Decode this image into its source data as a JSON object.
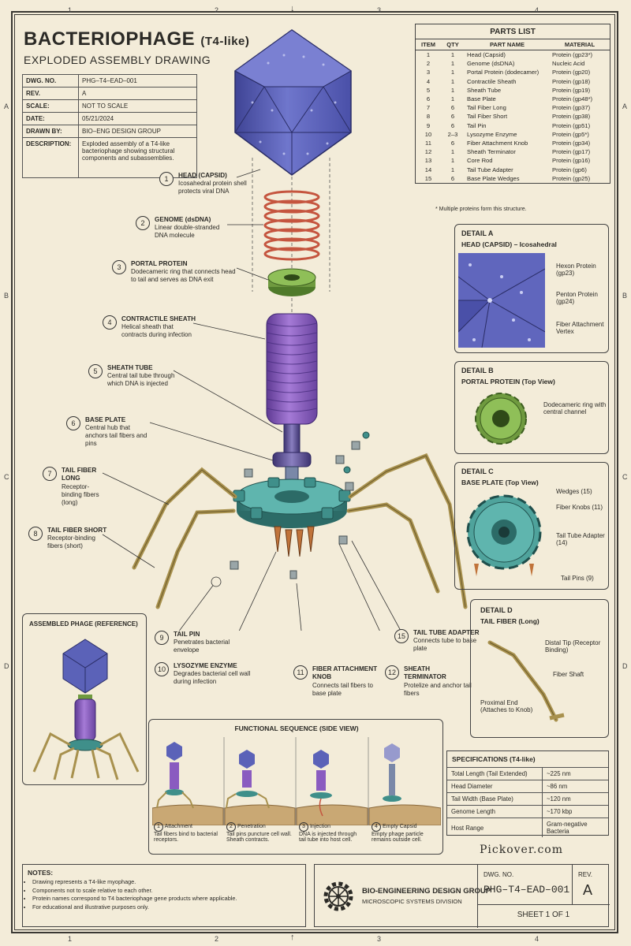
{
  "title": {
    "main": "BACTERIOPHAGE",
    "variant": "(T4-like)",
    "subtitle": "EXPLODED ASSEMBLY DRAWING"
  },
  "zones": {
    "top": [
      "1",
      "2",
      "3",
      "4"
    ],
    "side": [
      "A",
      "B",
      "C",
      "D"
    ]
  },
  "info": [
    {
      "k": "DWG. NO.",
      "v": "PHG–T4–EAD–001"
    },
    {
      "k": "REV.",
      "v": "A"
    },
    {
      "k": "SCALE:",
      "v": "NOT TO SCALE"
    },
    {
      "k": "DATE:",
      "v": "05/21/2024"
    },
    {
      "k": "DRAWN BY:",
      "v": "BIO–ENG DESIGN GROUP"
    },
    {
      "k": "DESCRIPTION:",
      "v": "Exploded assembly of a T4-like bacteriophage showing structural components and subassemblies."
    }
  ],
  "parts": {
    "title": "PARTS LIST",
    "headers": [
      "ITEM",
      "QTY",
      "PART NAME",
      "MATERIAL"
    ],
    "rows": [
      [
        "1",
        "1",
        "Head (Capsid)",
        "Protein (gp23*)"
      ],
      [
        "2",
        "1",
        "Genome (dsDNA)",
        "Nucleic Acid"
      ],
      [
        "3",
        "1",
        "Portal Protein (dodecamer)",
        "Protein (gp20)"
      ],
      [
        "4",
        "1",
        "Contractile Sheath",
        "Protein (gp18)"
      ],
      [
        "5",
        "1",
        "Sheath Tube",
        "Protein (gp19)"
      ],
      [
        "6",
        "1",
        "Base Plate",
        "Protein (gp48*)"
      ],
      [
        "7",
        "6",
        "Tail Fiber Long",
        "Protein (gp37)"
      ],
      [
        "8",
        "6",
        "Tail Fiber Short",
        "Protein (gp38)"
      ],
      [
        "9",
        "6",
        "Tail Pin",
        "Protein (gp51)"
      ],
      [
        "10",
        "2–3",
        "Lysozyme Enzyme",
        "Protein (gp5*)"
      ],
      [
        "11",
        "6",
        "Fiber Attachment Knob",
        "Protein (gp34)"
      ],
      [
        "12",
        "1",
        "Sheath Terminator",
        "Protein (gp17)"
      ],
      [
        "13",
        "1",
        "Core Rod",
        "Protein (gp16)"
      ],
      [
        "14",
        "1",
        "Tail Tube Adapter",
        "Protein (gp6)"
      ],
      [
        "15",
        "6",
        "Base Plate Wedges",
        "Protein (gp25)"
      ]
    ],
    "note": "* Multiple proteins form this structure."
  },
  "callouts": [
    {
      "n": "1",
      "t": "HEAD (CAPSID)",
      "d": "Icosahedral protein shell protects viral DNA"
    },
    {
      "n": "2",
      "t": "GENOME (dsDNA)",
      "d": "Linear double-stranded DNA molecule"
    },
    {
      "n": "3",
      "t": "PORTAL PROTEIN",
      "d": "Dodecameric ring that connects head to tail and serves as DNA exit"
    },
    {
      "n": "4",
      "t": "CONTRACTILE SHEATH",
      "d": "Helical sheath that contracts during infection"
    },
    {
      "n": "5",
      "t": "SHEATH TUBE",
      "d": "Central tail tube through which DNA is injected"
    },
    {
      "n": "6",
      "t": "BASE PLATE",
      "d": "Central hub that anchors tail fibers and pins"
    },
    {
      "n": "7",
      "t": "TAIL FIBER LONG",
      "d": "Receptor-binding fibers (long)"
    },
    {
      "n": "8",
      "t": "TAIL FIBER SHORT",
      "d": "Receptor-binding fibers (short)"
    },
    {
      "n": "9",
      "t": "TAIL PIN",
      "d": "Penetrates bacterial envelope"
    },
    {
      "n": "10",
      "t": "LYSOZYME ENZYME",
      "d": "Degrades bacterial cell wall during infection"
    },
    {
      "n": "11",
      "t": "FIBER ATTACHMENT KNOB",
      "d": "Connects tail fibers to base plate"
    },
    {
      "n": "12",
      "t": "SHEATH TERMINATOR",
      "d": "Protelize and anchor tail fibers"
    },
    {
      "n": "15",
      "t": "TAIL TUBE ADAPTER",
      "d": "Connects tube to base plate"
    }
  ],
  "details": {
    "a": {
      "title": "DETAIL A",
      "sub": "HEAD (CAPSID) – Icosahedral",
      "labels": [
        "Hexon Protein (gp23)",
        "Penton Protein (gp24)",
        "Fiber Attachment Vertex"
      ]
    },
    "b": {
      "title": "DETAIL B",
      "sub": "PORTAL PROTEIN (Top View)",
      "labels": [
        "Dodecameric ring with central channel"
      ]
    },
    "c": {
      "title": "DETAIL C",
      "sub": "BASE PLATE (Top View)",
      "labels": [
        "Wedges (15)",
        "Fiber Knobs (11)",
        "Tail Tube Adapter (14)",
        "Tail Pins (9)"
      ]
    },
    "d": {
      "title": "DETAIL D",
      "sub": "TAIL FIBER (Long)",
      "labels": [
        "Distal Tip (Receptor Binding)",
        "Fiber Shaft",
        "Proximal End (Attaches to Knob)"
      ]
    }
  },
  "assembled": {
    "title": "ASSEMBLED PHAGE (REFERENCE)"
  },
  "sequence": {
    "title": "FUNCTIONAL SEQUENCE (SIDE VIEW)",
    "steps": [
      {
        "n": "1",
        "t": "Attachment",
        "d": "Tail fibers bind to bacterial receptors."
      },
      {
        "n": "2",
        "t": "Penetration",
        "d": "Tail pins puncture cell wall. Sheath contracts."
      },
      {
        "n": "3",
        "t": "Injection",
        "d": "DNA is injected through tail tube into host cell."
      },
      {
        "n": "4",
        "t": "Empty Capsid",
        "d": "Empty phage particle remains outside cell."
      }
    ]
  },
  "specs": {
    "title": "SPECIFICATIONS (T4-like)",
    "rows": [
      {
        "k": "Total Length (Tail Extended)",
        "v": "~225 nm"
      },
      {
        "k": "Head Diameter",
        "v": "~86 nm"
      },
      {
        "k": "Tail Width (Base Plate)",
        "v": "~120 nm"
      },
      {
        "k": "Genome Length",
        "v": "~170 kbp"
      },
      {
        "k": "Host Range",
        "v": "Gram-negative Bacteria"
      }
    ]
  },
  "watermark": "Pickover.com",
  "notes": {
    "title": "NOTES:",
    "items": [
      "Drawing represents a T4-like myophage.",
      "Components not to scale relative to each other.",
      "Protein names correspond to T4 bacteriophage gene products where applicable.",
      "For educational and illustrative purposes only."
    ]
  },
  "titleblock": {
    "org": "BIO-ENGINEERING DESIGN GROUP",
    "division": "MICROSCOPIC SYSTEMS DIVISION",
    "dwg_label": "DWG. NO.",
    "dwg_no": "PHG–T4–EAD–001",
    "rev_label": "REV.",
    "rev": "A",
    "sheet": "SHEET 1 OF 1"
  },
  "colors": {
    "capsid": "#5b62b8",
    "dna": "#c5553f",
    "portal": "#6f9a3f",
    "sheath": "#8a5bc0",
    "baseplate": "#3f8f8a",
    "fiber": "#a8914e",
    "paper": "#f3ecd9"
  }
}
